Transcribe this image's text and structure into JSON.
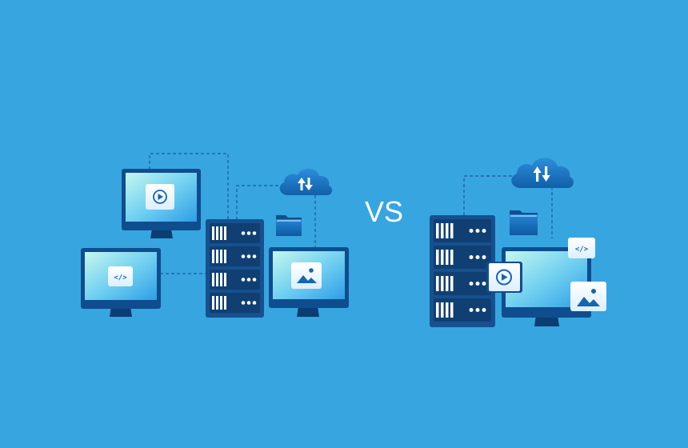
{
  "vs_label": "VS",
  "colors": {
    "background": "#37a5e0",
    "monitor_frame": "#0f4d8f",
    "monitor_stand": "#0a3d72",
    "screen_gradient_top": "#b6f3ee",
    "screen_gradient_bottom": "#3aa8ea",
    "server_body": "#17508e",
    "server_slot": "#0f3f73",
    "cloud": "#1f7fce",
    "folder": "#1c78c8",
    "connector": "#1b5a9a"
  },
  "left_group": {
    "monitors": [
      {
        "icon": "play-icon"
      },
      {
        "icon": "code-icon",
        "code_text": "</>"
      },
      {
        "icon": "image-icon"
      }
    ],
    "server_slots": 4,
    "cloud_icon": "upload-download-arrows-icon",
    "folder_icon": "folder-icon"
  },
  "right_group": {
    "monitor_icon": "screen",
    "floating_cards": [
      {
        "icon": "play-icon"
      },
      {
        "icon": "code-icon",
        "code_text": "</>"
      },
      {
        "icon": "image-icon"
      }
    ],
    "server_slots": 4,
    "cloud_icon": "upload-download-arrows-icon",
    "folder_icon": "folder-icon"
  }
}
